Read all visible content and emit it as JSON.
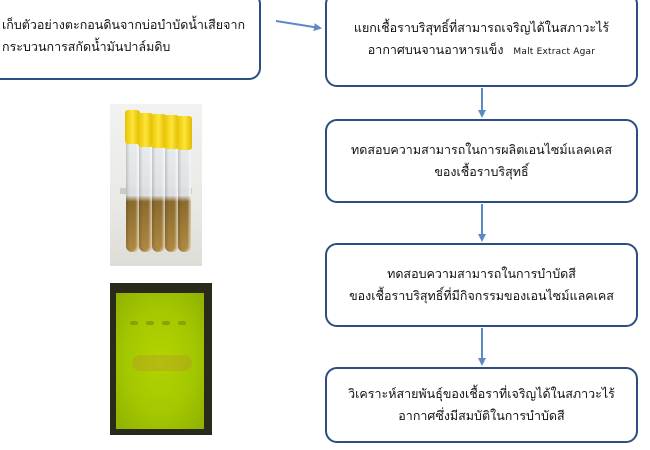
{
  "steps": [
    {
      "lines": [
        "เก็บตัวอย่างตะกอนดินจากบ่อบำบัดน้ำเสียจาก",
        "กระบวนการสกัดน้ำมันปาล์มดิบ"
      ]
    },
    {
      "lines": [
        "แยกเชื้อราบริสุทธิ์ที่สามารถเจริญได้ในสภาวะไร้",
        "อากาศบนจานอาหารแข็ง"
      ],
      "medium": "Malt Extract Agar"
    },
    {
      "lines": [
        "ทดสอบความสามารถในการผลิตเอนไซม์แลคเคส",
        "ของเชื้อราบริสุทธิ์"
      ]
    },
    {
      "lines": [
        "ทดสอบความสามารถในการบำบัดสี",
        "ของเชื้อราบริสุทธิ์ที่มีกิจกรรมของเอนไซม์แลคเคส"
      ]
    },
    {
      "lines": [
        "วิเคราะห์สายพันธุ์ของเชื้อราที่เจริญได้ในสภาวะไร้",
        "อากาศซึ่งมีสมบัติในการบำบัดสี"
      ]
    }
  ],
  "colors": {
    "box_border": "#2c4e80",
    "arrow": "#5b8ac6",
    "tube_cap": "#ffd500",
    "gel": "#a6c800"
  }
}
